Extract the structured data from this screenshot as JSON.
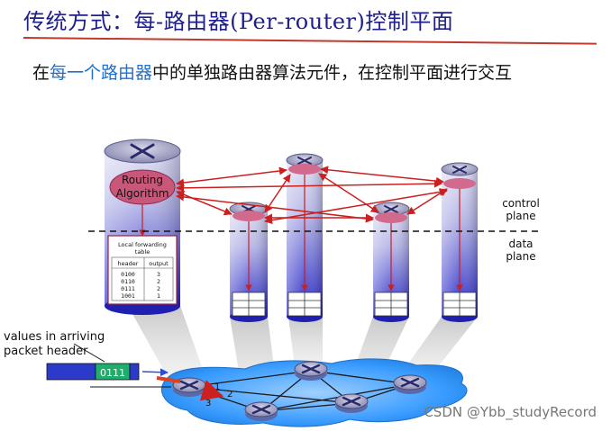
{
  "title": "传统方式：每-路由器(Per-router)控制平面",
  "subtitle": {
    "prefix": "在",
    "highlight": "每一个路由器",
    "suffix": "中的单独路由器算法元件，在控制平面进行交互"
  },
  "diagram": {
    "routing_algorithm": [
      "Routing",
      "Algorithm"
    ],
    "control_plane": [
      "control",
      "plane"
    ],
    "data_plane": [
      "data",
      "plane"
    ],
    "forwarding_table": {
      "title": [
        "Local forwarding",
        "table"
      ],
      "columns": [
        "header",
        "output"
      ],
      "rows": [
        [
          "0100",
          "3"
        ],
        [
          "0110",
          "2"
        ],
        [
          "0111",
          "2"
        ],
        [
          "1001",
          "1"
        ]
      ]
    },
    "arriving_label": [
      "values in arriving",
      "packet header"
    ],
    "packet_value": "0111",
    "port_labels": [
      "1",
      "2",
      "3"
    ]
  },
  "watermark": "CSDN @Ybb_studyRecord",
  "colors": {
    "title": "#1e1e8c",
    "highlight": "#1f6fd1",
    "arrow": "#cc1f1f",
    "cylinder_top": "#dcdcf0",
    "cylinder_bottom": "#2020c0",
    "network_cloud": "#1e90ff"
  }
}
